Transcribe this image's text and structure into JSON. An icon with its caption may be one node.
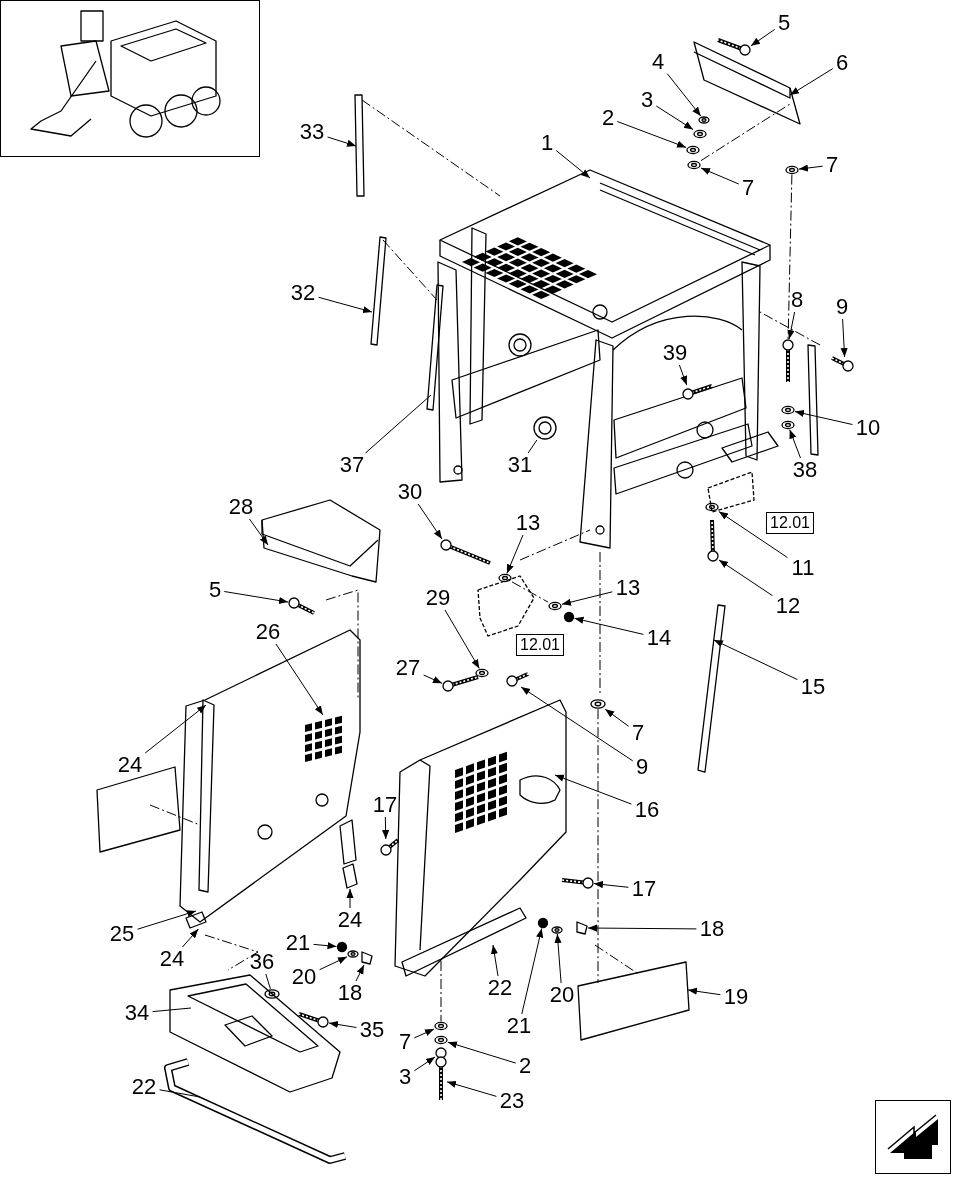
{
  "diagram": {
    "nodes": [
      {
        "text": [
          "5"
        ]
      },
      {
        "text": [
          "6"
        ]
      },
      {
        "text": [
          "4"
        ]
      },
      {
        "text": [
          "3"
        ]
      },
      {
        "text": [
          "2"
        ]
      },
      {
        "text": [
          "33"
        ]
      },
      {
        "text": [
          "1"
        ]
      },
      {
        "text": [
          "7"
        ]
      },
      {
        "text": [
          "7"
        ]
      },
      {
        "text": [
          "32"
        ]
      },
      {
        "text": [
          "8"
        ]
      },
      {
        "text": [
          "9"
        ]
      },
      {
        "text": [
          "39"
        ]
      },
      {
        "text": [
          "10"
        ]
      },
      {
        "text": [
          "37"
        ]
      },
      {
        "text": [
          "31"
        ]
      },
      {
        "text": [
          "38"
        ]
      },
      {
        "text": [
          "30"
        ]
      },
      {
        "text": [
          "28"
        ]
      },
      {
        "text": [
          "13"
        ]
      },
      {
        "text": [
          "12.01"
        ]
      },
      {
        "text": [
          "11"
        ]
      },
      {
        "text": [
          "5"
        ]
      },
      {
        "text": [
          "13"
        ]
      },
      {
        "text": [
          "29"
        ]
      },
      {
        "text": [
          "12"
        ]
      },
      {
        "text": [
          "26"
        ]
      },
      {
        "text": [
          "14"
        ]
      },
      {
        "text": [
          "12.01"
        ]
      },
      {
        "text": [
          "27"
        ]
      },
      {
        "text": [
          "15"
        ]
      },
      {
        "text": [
          "7"
        ]
      },
      {
        "text": [
          "24"
        ]
      },
      {
        "text": [
          "9"
        ]
      },
      {
        "text": [
          "17"
        ]
      },
      {
        "text": [
          "16"
        ]
      },
      {
        "text": [
          "17"
        ]
      },
      {
        "text": [
          "24"
        ]
      },
      {
        "text": [
          "18"
        ]
      },
      {
        "text": [
          "25"
        ]
      },
      {
        "text": [
          "21"
        ]
      },
      {
        "text": [
          "24"
        ]
      },
      {
        "text": [
          "36"
        ]
      },
      {
        "text": [
          "20"
        ]
      },
      {
        "text": [
          "22"
        ]
      },
      {
        "text": [
          "18"
        ]
      },
      {
        "text": [
          "20"
        ]
      },
      {
        "text": [
          "19"
        ]
      },
      {
        "text": [
          "34"
        ]
      },
      {
        "text": [
          "21"
        ]
      },
      {
        "text": [
          "35"
        ]
      },
      {
        "text": [
          "7"
        ]
      },
      {
        "text": [
          "2"
        ]
      },
      {
        "text": [
          "3"
        ]
      },
      {
        "text": [
          "22"
        ]
      },
      {
        "text": [
          "23"
        ]
      },
      {
        "text": [],
        "shape": "picture"
      },
      {
        "text": [],
        "shape": "picture"
      },
      {
        "text": [],
        "shape": "picture"
      },
      {
        "text": [],
        "shape": "picture"
      },
      {
        "text": [],
        "shape": "picture"
      },
      {
        "text": [],
        "shape": "bar"
      },
      {
        "text": [],
        "shape": "picture"
      },
      {
        "text": [],
        "shape": "picture"
      },
      {
        "text": [],
        "shape": "picture"
      },
      {
        "text": [],
        "shape": "picture"
      },
      {
        "text": [],
        "shape": "picture"
      },
      {
        "text": [],
        "shape": "picture"
      },
      {
        "text": [],
        "shape": "picture"
      },
      {
        "text": [],
        "shape": "picture"
      },
      {
        "text": [],
        "shape": "picture"
      },
      {
        "text": [],
        "shape": "picture"
      },
      {
        "text": [],
        "shape": "picture"
      },
      {
        "text": [],
        "shape": "picture"
      },
      {
        "text": [],
        "shape": "picture"
      },
      {
        "text": [],
        "shape": "picture"
      },
      {
        "text": [],
        "shape": "picture"
      },
      {
        "text": [],
        "shape": "picture"
      },
      {
        "text": [],
        "shape": "picture"
      },
      {
        "text": [],
        "shape": "picture"
      },
      {
        "text": [],
        "shape": "picture"
      },
      {
        "text": [],
        "shape": "picture",
        "in": 93
      },
      {
        "text": [],
        "shape": "circle"
      },
      {
        "text": [],
        "shape": "picture"
      },
      {
        "text": [],
        "shape": "picture"
      },
      {
        "text": [],
        "shape": "picture"
      },
      {
        "text": [],
        "shape": "picture",
        "in": 93
      },
      {
        "text": [],
        "shape": "picture"
      },
      {
        "text": [],
        "shape": "picture"
      },
      {
        "text": [],
        "shape": "picture"
      },
      {
        "text": [],
        "shape": "picture"
      },
      {
        "text": [],
        "shape": "picture"
      },
      {
        "text": [],
        "shape": "box"
      },
      {
        "text": [],
        "shape": "picture"
      },
      {
        "text": [],
        "shape": "circle"
      },
      {
        "text": [],
        "shape": "picture"
      },
      {
        "text": [],
        "shape": "picture",
        "in": 102
      },
      {
        "text": [],
        "shape": "picture"
      },
      {
        "text": [],
        "shape": "picture"
      },
      {
        "text": [],
        "shape": "box"
      },
      {
        "text": [],
        "shape": "picture"
      },
      {
        "text": [],
        "shape": "box"
      },
      {
        "text": [],
        "shape": "picture"
      },
      {
        "text": [],
        "shape": "circle"
      },
      {
        "text": [],
        "shape": "picture"
      },
      {
        "text": [],
        "shape": "picture"
      },
      {
        "text": [],
        "shape": "picture"
      },
      {
        "text": [],
        "shape": "circle"
      },
      {
        "text": [],
        "shape": "picture"
      },
      {
        "text": [],
        "shape": "picture"
      }
    ],
    "edges": [
      {
        "from": 0,
        "to": 56,
        "arrow": "to"
      },
      {
        "from": 1,
        "to": 57,
        "arrow": "to"
      },
      {
        "from": 2,
        "to": 58,
        "arrow": "to"
      },
      {
        "from": 3,
        "to": 59,
        "arrow": "to"
      },
      {
        "from": 4,
        "to": 60,
        "arrow": "to"
      },
      {
        "from": 5,
        "to": 61,
        "arrow": "to"
      },
      {
        "from": 6,
        "to": 62,
        "arrow": "to"
      },
      {
        "from": 7,
        "to": 63,
        "arrow": "to"
      },
      {
        "from": 8,
        "to": 64,
        "arrow": "to"
      },
      {
        "from": 9,
        "to": 65,
        "arrow": "to"
      },
      {
        "from": 10,
        "to": 66,
        "arrow": "to"
      },
      {
        "from": 11,
        "to": 67,
        "arrow": "to"
      },
      {
        "from": 12,
        "to": 68,
        "arrow": "to"
      },
      {
        "from": 13,
        "to": 69,
        "arrow": "to"
      },
      {
        "from": 14,
        "to": 70,
        "arrow": "none"
      },
      {
        "from": 15,
        "to": 71,
        "arrow": "none"
      },
      {
        "from": 16,
        "to": 72,
        "arrow": "to"
      },
      {
        "from": 17,
        "to": 73,
        "arrow": "to"
      },
      {
        "from": 18,
        "to": 74,
        "arrow": "to"
      },
      {
        "from": 19,
        "to": 75,
        "arrow": "to"
      },
      {
        "from": 21,
        "to": 76,
        "arrow": "to"
      },
      {
        "from": 22,
        "to": 77,
        "arrow": "to"
      },
      {
        "from": 23,
        "to": 78,
        "arrow": "to"
      },
      {
        "from": 24,
        "to": 79,
        "arrow": "to"
      },
      {
        "from": 25,
        "to": 80,
        "arrow": "to"
      },
      {
        "from": 26,
        "to": 86,
        "arrow": "to"
      },
      {
        "from": 27,
        "to": 82,
        "arrow": "to"
      },
      {
        "from": 29,
        "to": 83,
        "arrow": "to"
      },
      {
        "from": 30,
        "to": 84,
        "arrow": "to"
      },
      {
        "from": 31,
        "to": 85,
        "arrow": "to"
      },
      {
        "from": 32,
        "to": 81,
        "arrow": "to"
      },
      {
        "from": 33,
        "to": 87,
        "arrow": "to"
      },
      {
        "from": 34,
        "to": 88,
        "arrow": "to"
      },
      {
        "from": 35,
        "to": 89,
        "arrow": "to"
      },
      {
        "from": 36,
        "to": 90,
        "arrow": "to"
      },
      {
        "from": 37,
        "to": 91,
        "arrow": "to"
      },
      {
        "from": 38,
        "to": 92,
        "arrow": "to"
      },
      {
        "from": 39,
        "to": 93,
        "arrow": "to"
      },
      {
        "from": 40,
        "to": 94,
        "arrow": "to"
      },
      {
        "from": 41,
        "to": 95,
        "arrow": "to"
      },
      {
        "from": 42,
        "to": 96,
        "arrow": "none"
      },
      {
        "from": 43,
        "to": 97,
        "arrow": "to"
      },
      {
        "from": 44,
        "to": 98,
        "arrow": "to"
      },
      {
        "from": 45,
        "to": 99,
        "arrow": "to"
      },
      {
        "from": 46,
        "to": 100,
        "arrow": "to"
      },
      {
        "from": 47,
        "to": 101,
        "arrow": "to"
      },
      {
        "from": 48,
        "to": 102,
        "arrow": "none"
      },
      {
        "from": 49,
        "to": 103,
        "arrow": "to"
      },
      {
        "from": 50,
        "to": 104,
        "arrow": "to"
      },
      {
        "from": 51,
        "to": 105,
        "arrow": "to"
      },
      {
        "from": 52,
        "to": 106,
        "arrow": "to"
      },
      {
        "from": 53,
        "to": 107,
        "arrow": "to"
      },
      {
        "from": 54,
        "to": 108,
        "arrow": "none"
      },
      {
        "from": 55,
        "to": 109,
        "arrow": "to"
      },
      {
        "from": 64,
        "to": 57,
        "arrow": "none",
        "style": "dashed"
      },
      {
        "from": 65,
        "to": 70,
        "arrow": "none",
        "style": "dashed"
      },
      {
        "from": 75,
        "to": 78,
        "arrow": "none",
        "style": "dashed"
      },
      {
        "from": 63,
        "to": 66,
        "arrow": "none",
        "style": "dashed"
      },
      {
        "from": 85,
        "to": 101,
        "arrow": "none",
        "style": "dashed"
      },
      {
        "from": 89,
        "to": 105,
        "arrow": "none",
        "style": "dashed"
      }
    ]
  }
}
